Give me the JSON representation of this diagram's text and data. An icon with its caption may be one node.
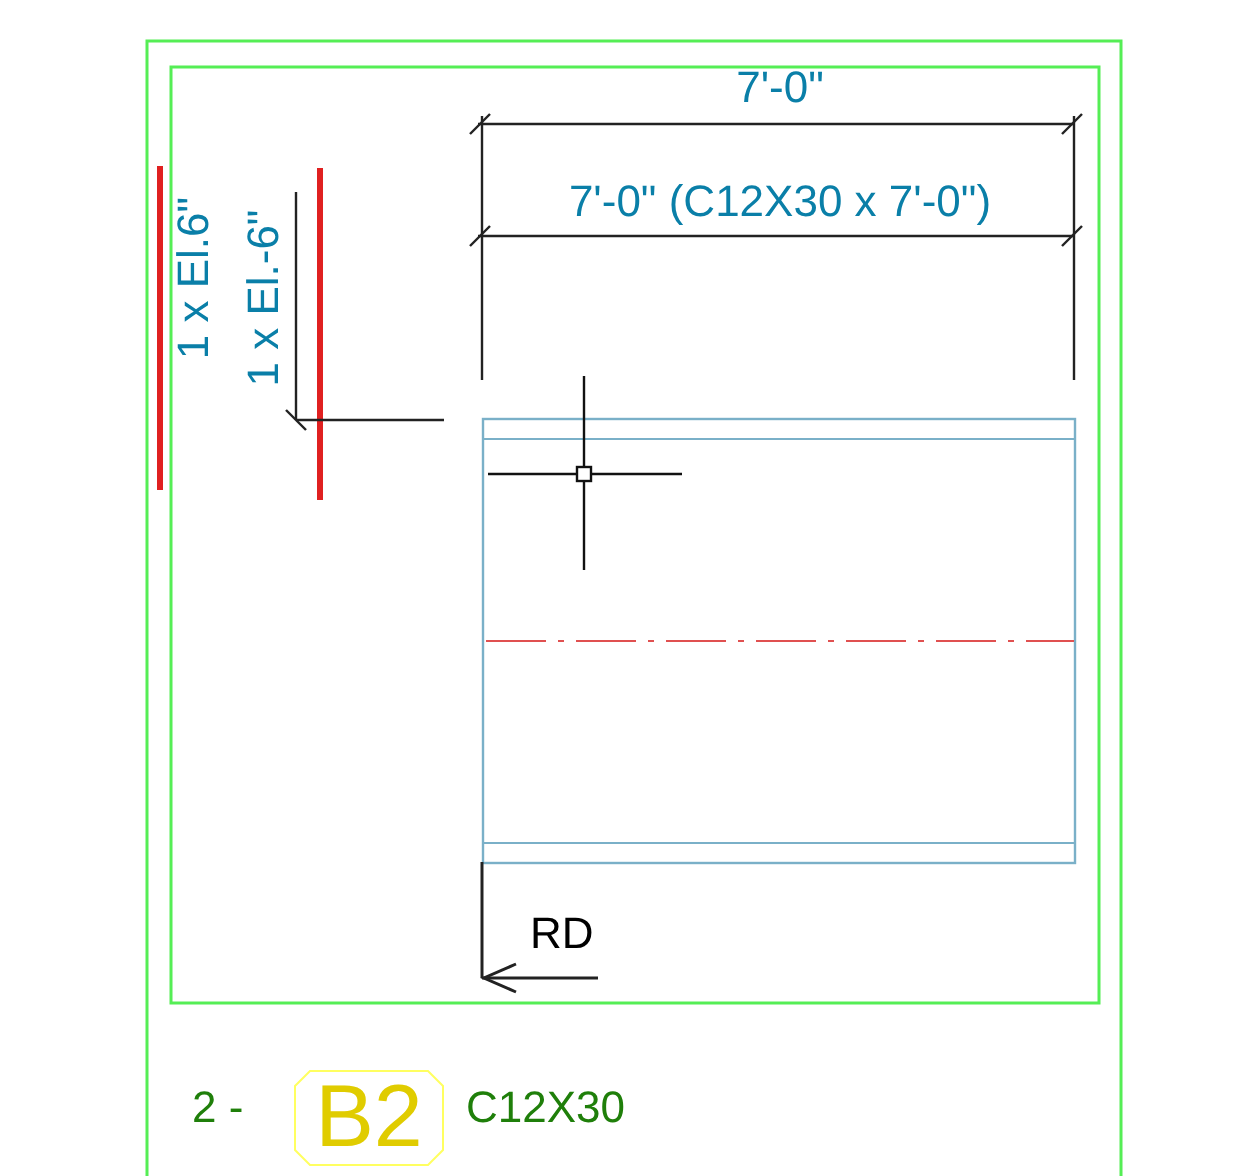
{
  "diagram": {
    "nodes": [
      {
        "text": [
          "B2"
        ]
      }
    ],
    "labels": [
      "7'-0\"",
      "7'-0\" (C12X30 x 7'-0\")",
      "1 x El.6\"",
      "1 x El.-6\"",
      "RD",
      "2 -",
      "C12X30"
    ]
  }
}
